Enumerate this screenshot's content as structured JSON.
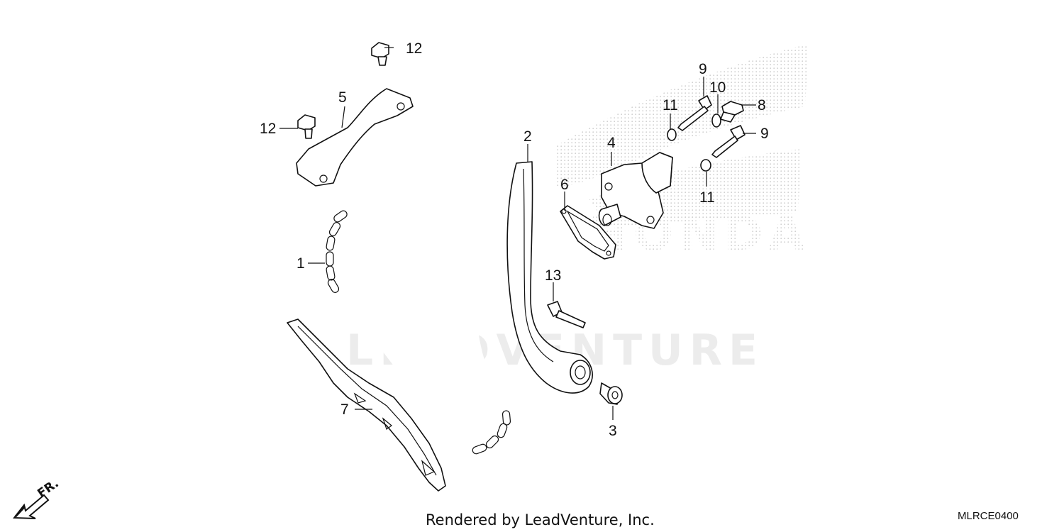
{
  "diagram": {
    "footer_text": "Rendered by LeadVenture, Inc.",
    "diagram_code": "MLRCE0400",
    "watermark_text": "LEADVENTURE",
    "brand_watermark_text": "HONDA",
    "direction_label": "FR.",
    "callouts": {
      "chain": "1",
      "tensioner_arm": "2",
      "collar": "3",
      "tensioner_lifter": "4",
      "guide_plate": "5",
      "gasket": "6",
      "chain_guide": "7",
      "sealing_bolt": "8",
      "bolt_top": "9",
      "bolt_right": "9",
      "washer_10": "10",
      "washer_upper": "11",
      "washer_lower": "11",
      "bolt_plate_top": "12",
      "bolt_plate_left": "12",
      "pivot_bolt": "13"
    }
  }
}
